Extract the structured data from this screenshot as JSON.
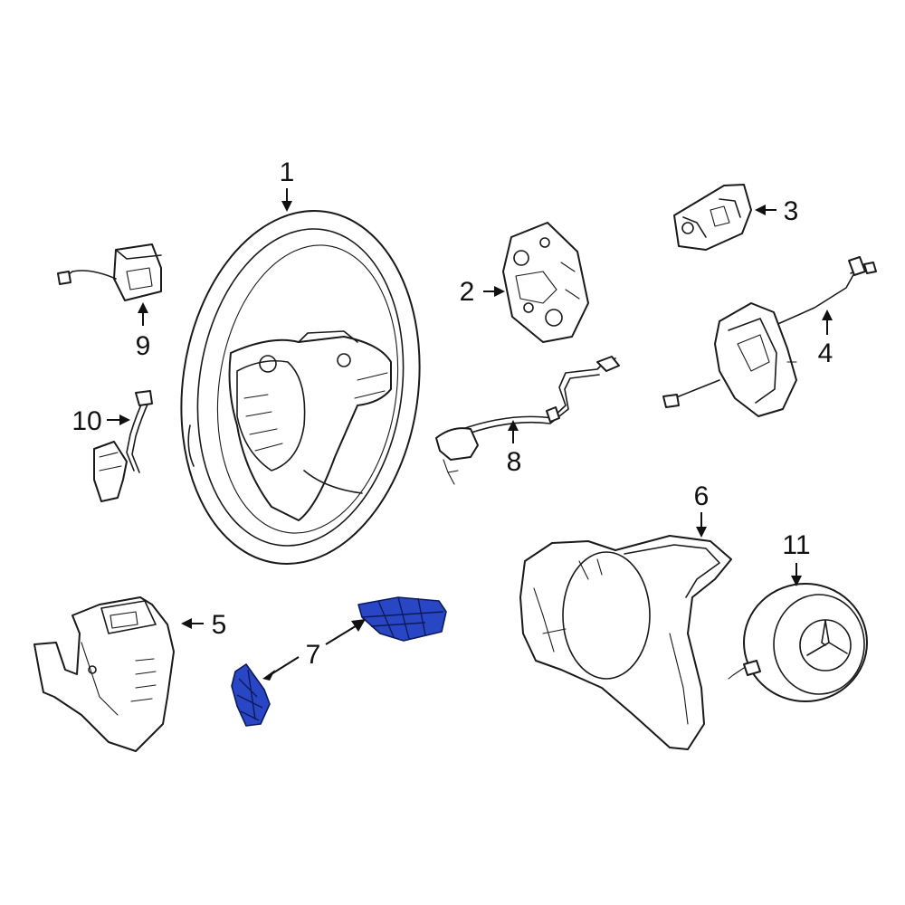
{
  "diagram": {
    "highlight_color": "#2946c4",
    "callouts": {
      "c1": "1",
      "c2": "2",
      "c3": "3",
      "c4": "4",
      "c5": "5",
      "c6": "6",
      "c7": "7",
      "c8": "8",
      "c9": "9",
      "c10": "10",
      "c11": "11"
    },
    "highlighted_part": "7"
  }
}
